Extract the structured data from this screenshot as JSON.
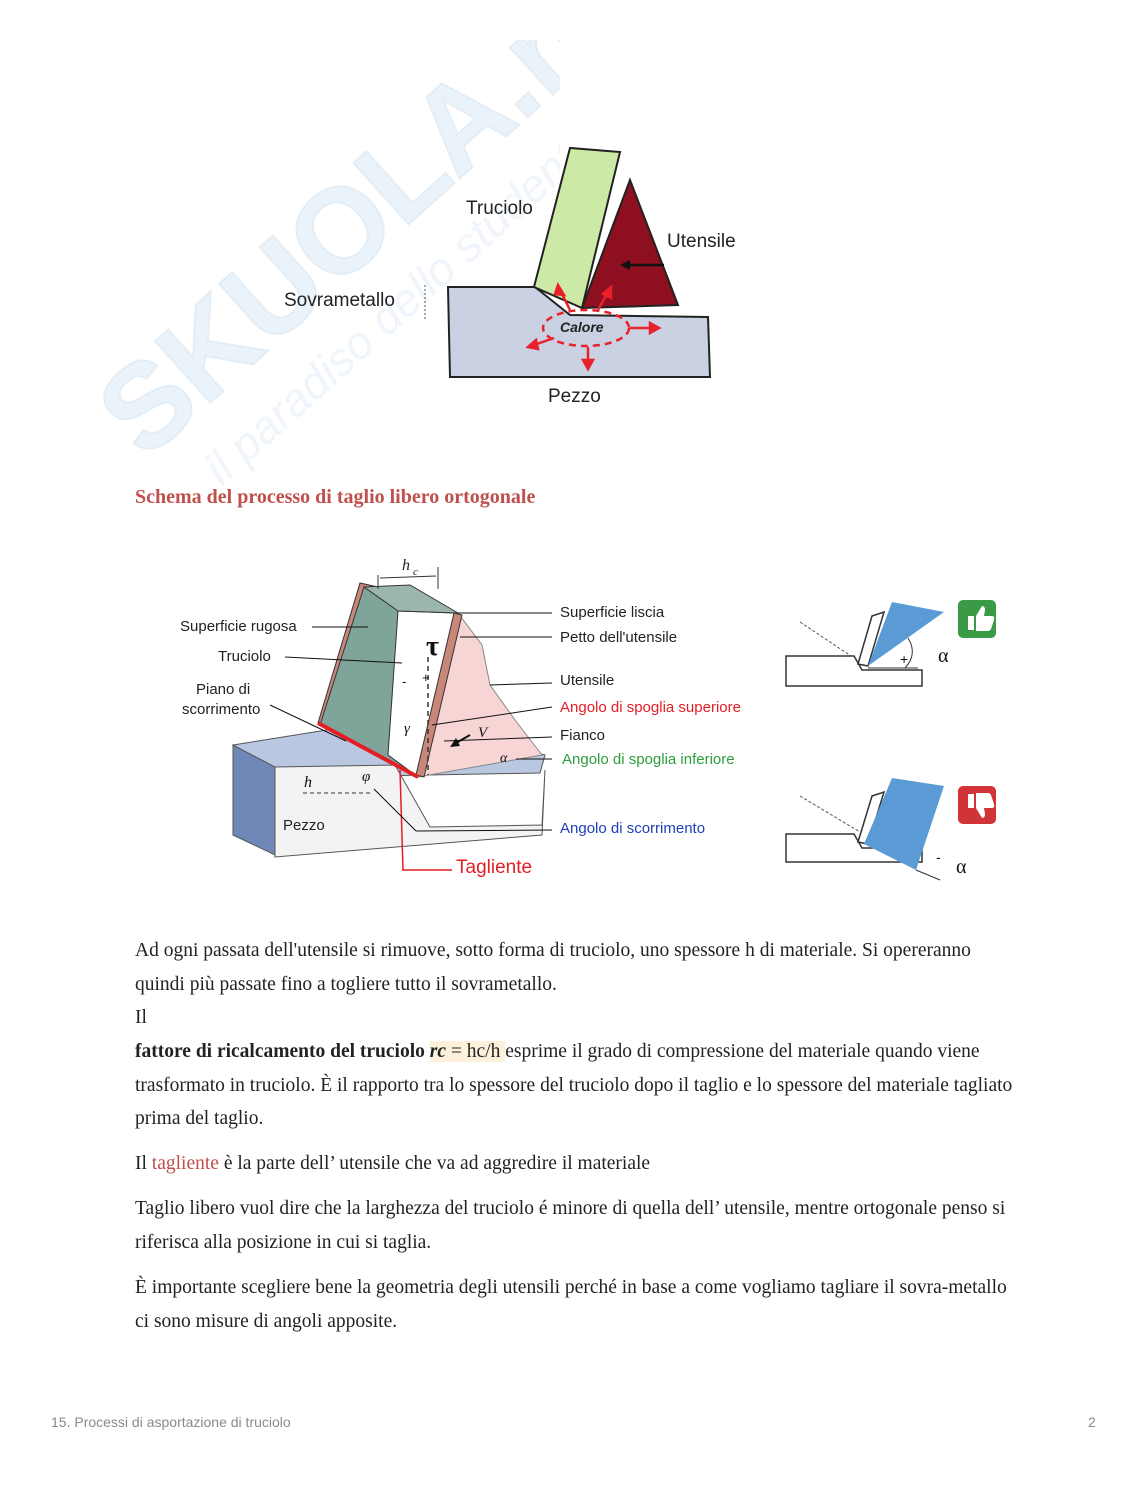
{
  "watermark": {
    "brand": "SKUOLA.net",
    "tagline": "il paradiso dello studente"
  },
  "figure1": {
    "labels": {
      "chip": "Truciolo",
      "tool": "Utensile",
      "stock": "Sovrametallo",
      "heat": "Calore",
      "workpiece": "Pezzo"
    },
    "colors": {
      "chip": "#cde9a6",
      "tool": "#8e1020",
      "workpiece": "#c9d1e3",
      "heat": "#e8212b"
    }
  },
  "heading": "Schema del processo di taglio libero ortogonale",
  "figure2": {
    "labels": {
      "hc": "h",
      "hc_sub": "c",
      "tau": "τ",
      "rough_surface": "Superficie rugosa",
      "chip": "Truciolo",
      "shear_plane_1": "Piano di",
      "shear_plane_2": "scorrimento",
      "smooth_surface": "Superficie liscia",
      "tool_face": "Petto dell'utensile",
      "tool": "Utensile",
      "rake_angle": "Angolo di spoglia superiore",
      "flank": "Fianco",
      "clearance_angle": "Angolo di spoglia inferiore",
      "shear_angle": "Angolo di scorrimento",
      "workpiece": "Pezzo",
      "cutting_edge": "Tagliente",
      "h": "h",
      "gamma": "γ",
      "phi": "φ",
      "alpha": "α",
      "v": "V",
      "minus": "-",
      "plus": "+"
    },
    "colors": {
      "rake": "#e31e24",
      "clearance": "#2e9e3c",
      "shear": "#1f3fb8",
      "edge": "#e31e24"
    }
  },
  "figure3": {
    "top": {
      "sign": "+",
      "alpha": "α",
      "icon": "thumbs-up-icon",
      "color": "#3b9a46"
    },
    "bottom": {
      "sign": "-",
      "alpha": "α",
      "icon": "thumbs-down-icon",
      "color": "#d13438"
    }
  },
  "body": {
    "p1": "Ad ogni passata dell'utensile si rimuove, sotto forma di truciolo, uno spessore h di materiale. Si opereranno quindi più passate fino a togliere tutto il sovrametallo.",
    "p2_il": "Il",
    "p3_bold": "fattore di ricalcamento del truciolo",
    "p3_rc": "rc",
    "p3_formula": " = hc/h ",
    "p3_rest": "esprime il grado di compressione del materiale quando viene trasformato in truciolo. È il rapporto tra lo spessore del truciolo dopo il taglio e lo spessore del materiale tagliato prima del taglio.",
    "p4_il": "Il ",
    "p4_term": "tagliente",
    "p4_rest": " è la parte dell’ utensile che va ad aggredire il materiale",
    "p5": "Taglio libero vuol dire che la larghezza del truciolo é minore di quella dell’ utensile, mentre ortogonale penso si riferisca alla posizione in cui si taglia.",
    "p6": "È importante scegliere bene la geometria degli utensili perché in base a come vogliamo tagliare il sovra-metallo ci sono misure di angoli apposite."
  },
  "footer": {
    "title": "15. Processi di asportazione di truciolo",
    "page": "2"
  }
}
